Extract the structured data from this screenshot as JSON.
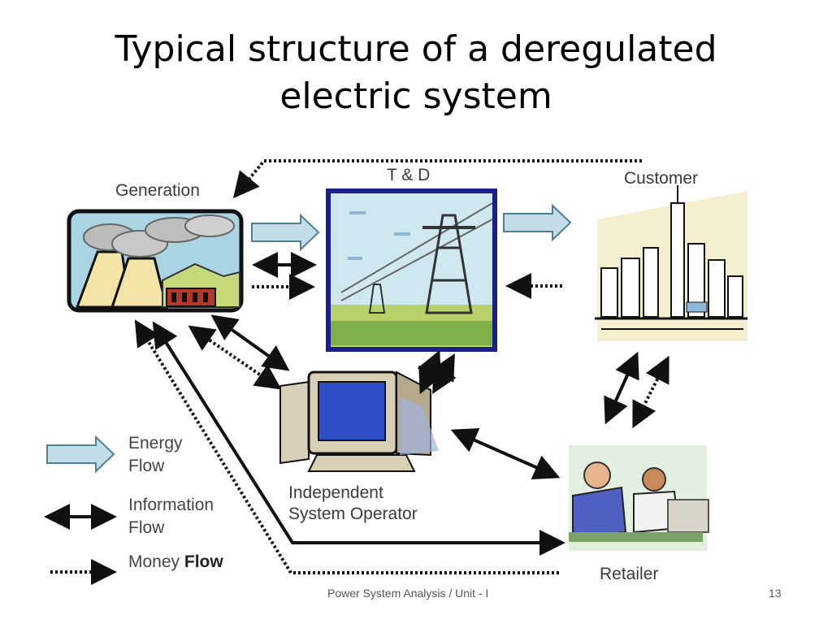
{
  "slide": {
    "title_line1": "Typical structure of a deregulated",
    "title_line2": "electric system",
    "footer_text": "Power System Analysis / Unit - I",
    "page_number": "13"
  },
  "diagram": {
    "nodes": {
      "generation": "Generation",
      "td": "T & D",
      "customer": "Customer",
      "iso_line1": "Independent",
      "iso_line2": "System Operator",
      "retailer": "Retailer"
    },
    "legend": {
      "energy_line1": "Energy",
      "energy_line2": "Flow",
      "information_line1": "Information",
      "information_line2": "Flow",
      "money_word": "Money",
      "flow_word": "Flow"
    },
    "colors": {
      "energy_arrow_fill": "#c3dde8",
      "energy_arrow_stroke": "#4f7f92",
      "info_arrow": "#111111",
      "td_frame": "#1a1f8c",
      "monitor_screen": "#2f4fc9"
    }
  }
}
